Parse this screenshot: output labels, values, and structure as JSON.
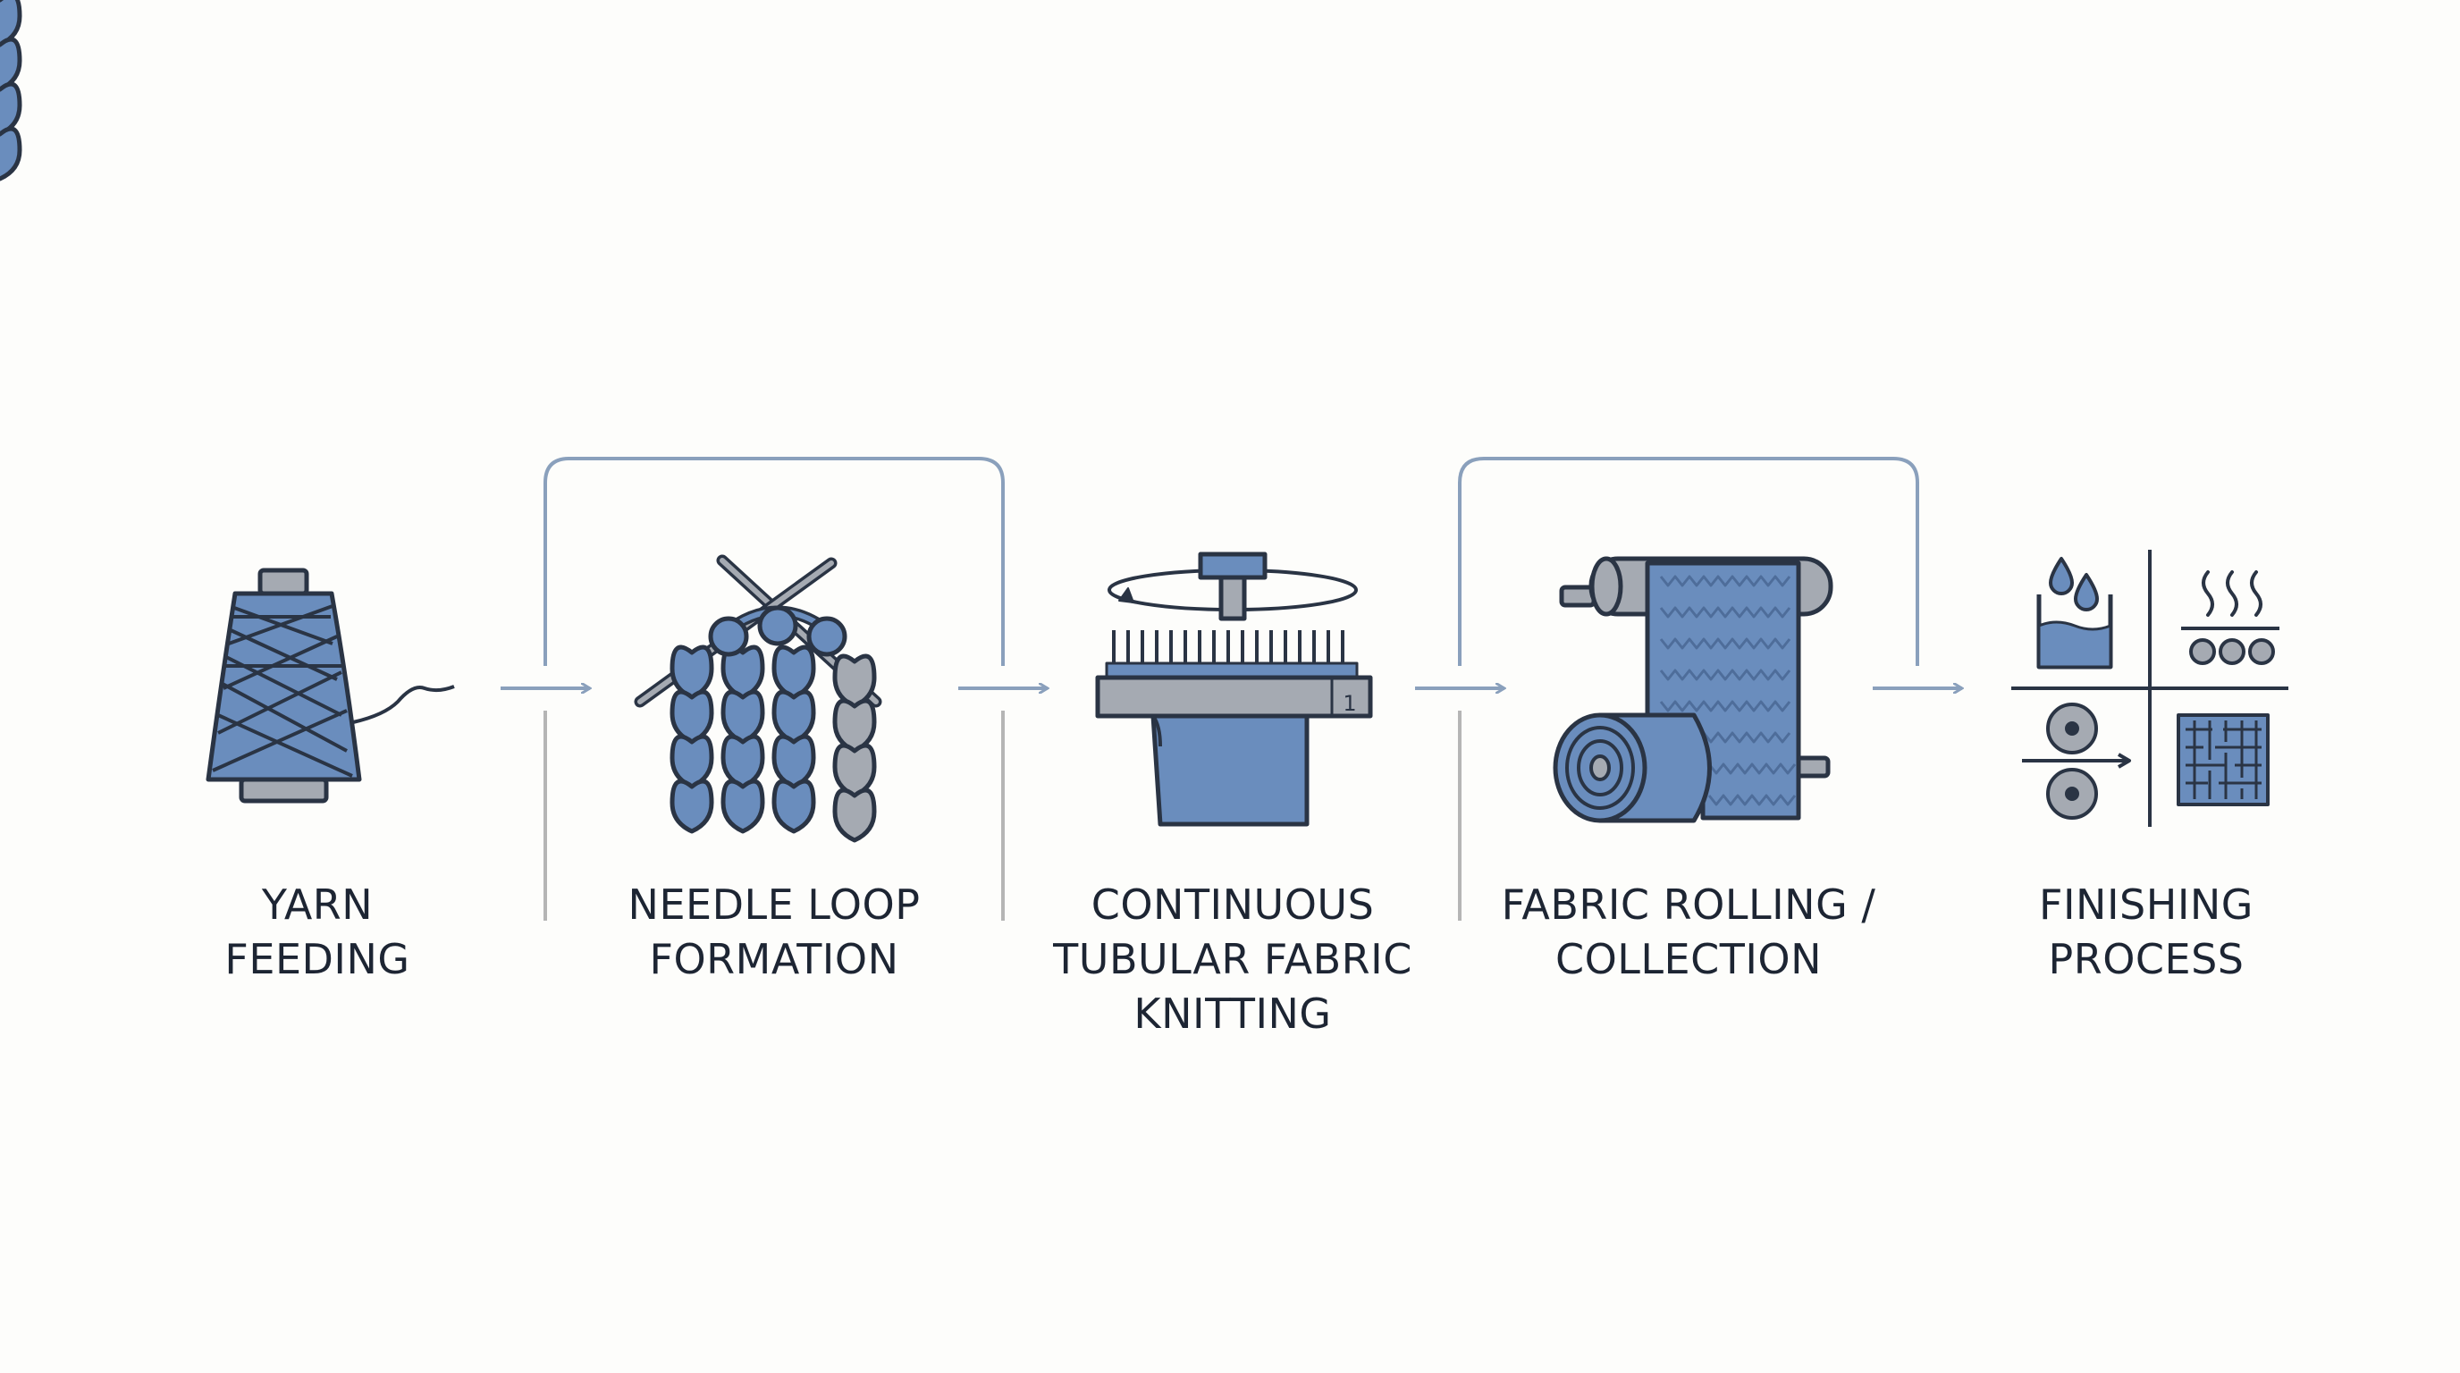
{
  "colors": {
    "background": "#fdfdfb",
    "outline": "#2a3444",
    "blue": "#6a8dbd",
    "dark_blue": "#4e6d9a",
    "gray": "#a5aab2",
    "connector": "#8aa0bc",
    "separator": "#b5b5b5",
    "text": "#1d2533"
  },
  "steps": [
    {
      "icon": "yarn-cone-icon",
      "lines": [
        "YARN",
        "FEEDING"
      ]
    },
    {
      "icon": "knitting-needles-icon",
      "lines": [
        "NEEDLE LOOP",
        "FORMATION"
      ]
    },
    {
      "icon": "circular-knitting-machine-icon",
      "lines": [
        "CONTINUOUS",
        "TUBULAR FABRIC",
        "KNITTING"
      ]
    },
    {
      "icon": "fabric-roll-icon",
      "lines": [
        "FABRIC ROLLING /",
        "COLLECTION"
      ]
    },
    {
      "icon": "finishing-grid-icon",
      "lines": [
        "FINISHING",
        "PROCESS"
      ]
    }
  ],
  "machine_counter_label": "1"
}
